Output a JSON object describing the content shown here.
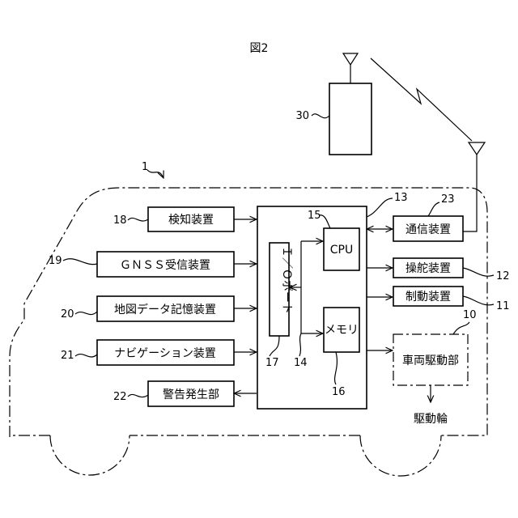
{
  "figure_title": "図2",
  "blocks": {
    "detector": "検知装置",
    "gnss": "ＧＮＳＳ受信装置",
    "map_storage": "地図データ記憶装置",
    "navigation": "ナビゲーション装置",
    "warning": "警告発生部",
    "io_port": "Ｉ／Ｏポート",
    "cpu": "CPU",
    "memory": "メモリ",
    "comm": "通信装置",
    "steering": "操舵装置",
    "braking": "制動装置",
    "drive": "車両駆動部",
    "wheels": "駆動輪"
  },
  "refs": {
    "vehicle": "1",
    "server": "30",
    "detector": "18",
    "gnss": "19",
    "map_storage": "20",
    "navigation": "21",
    "warning": "22",
    "ecu": "13",
    "comm": "23",
    "cpu": "15",
    "io_port": "17",
    "bus": "14",
    "memory": "16",
    "steering": "12",
    "braking": "11",
    "drive": "10"
  }
}
